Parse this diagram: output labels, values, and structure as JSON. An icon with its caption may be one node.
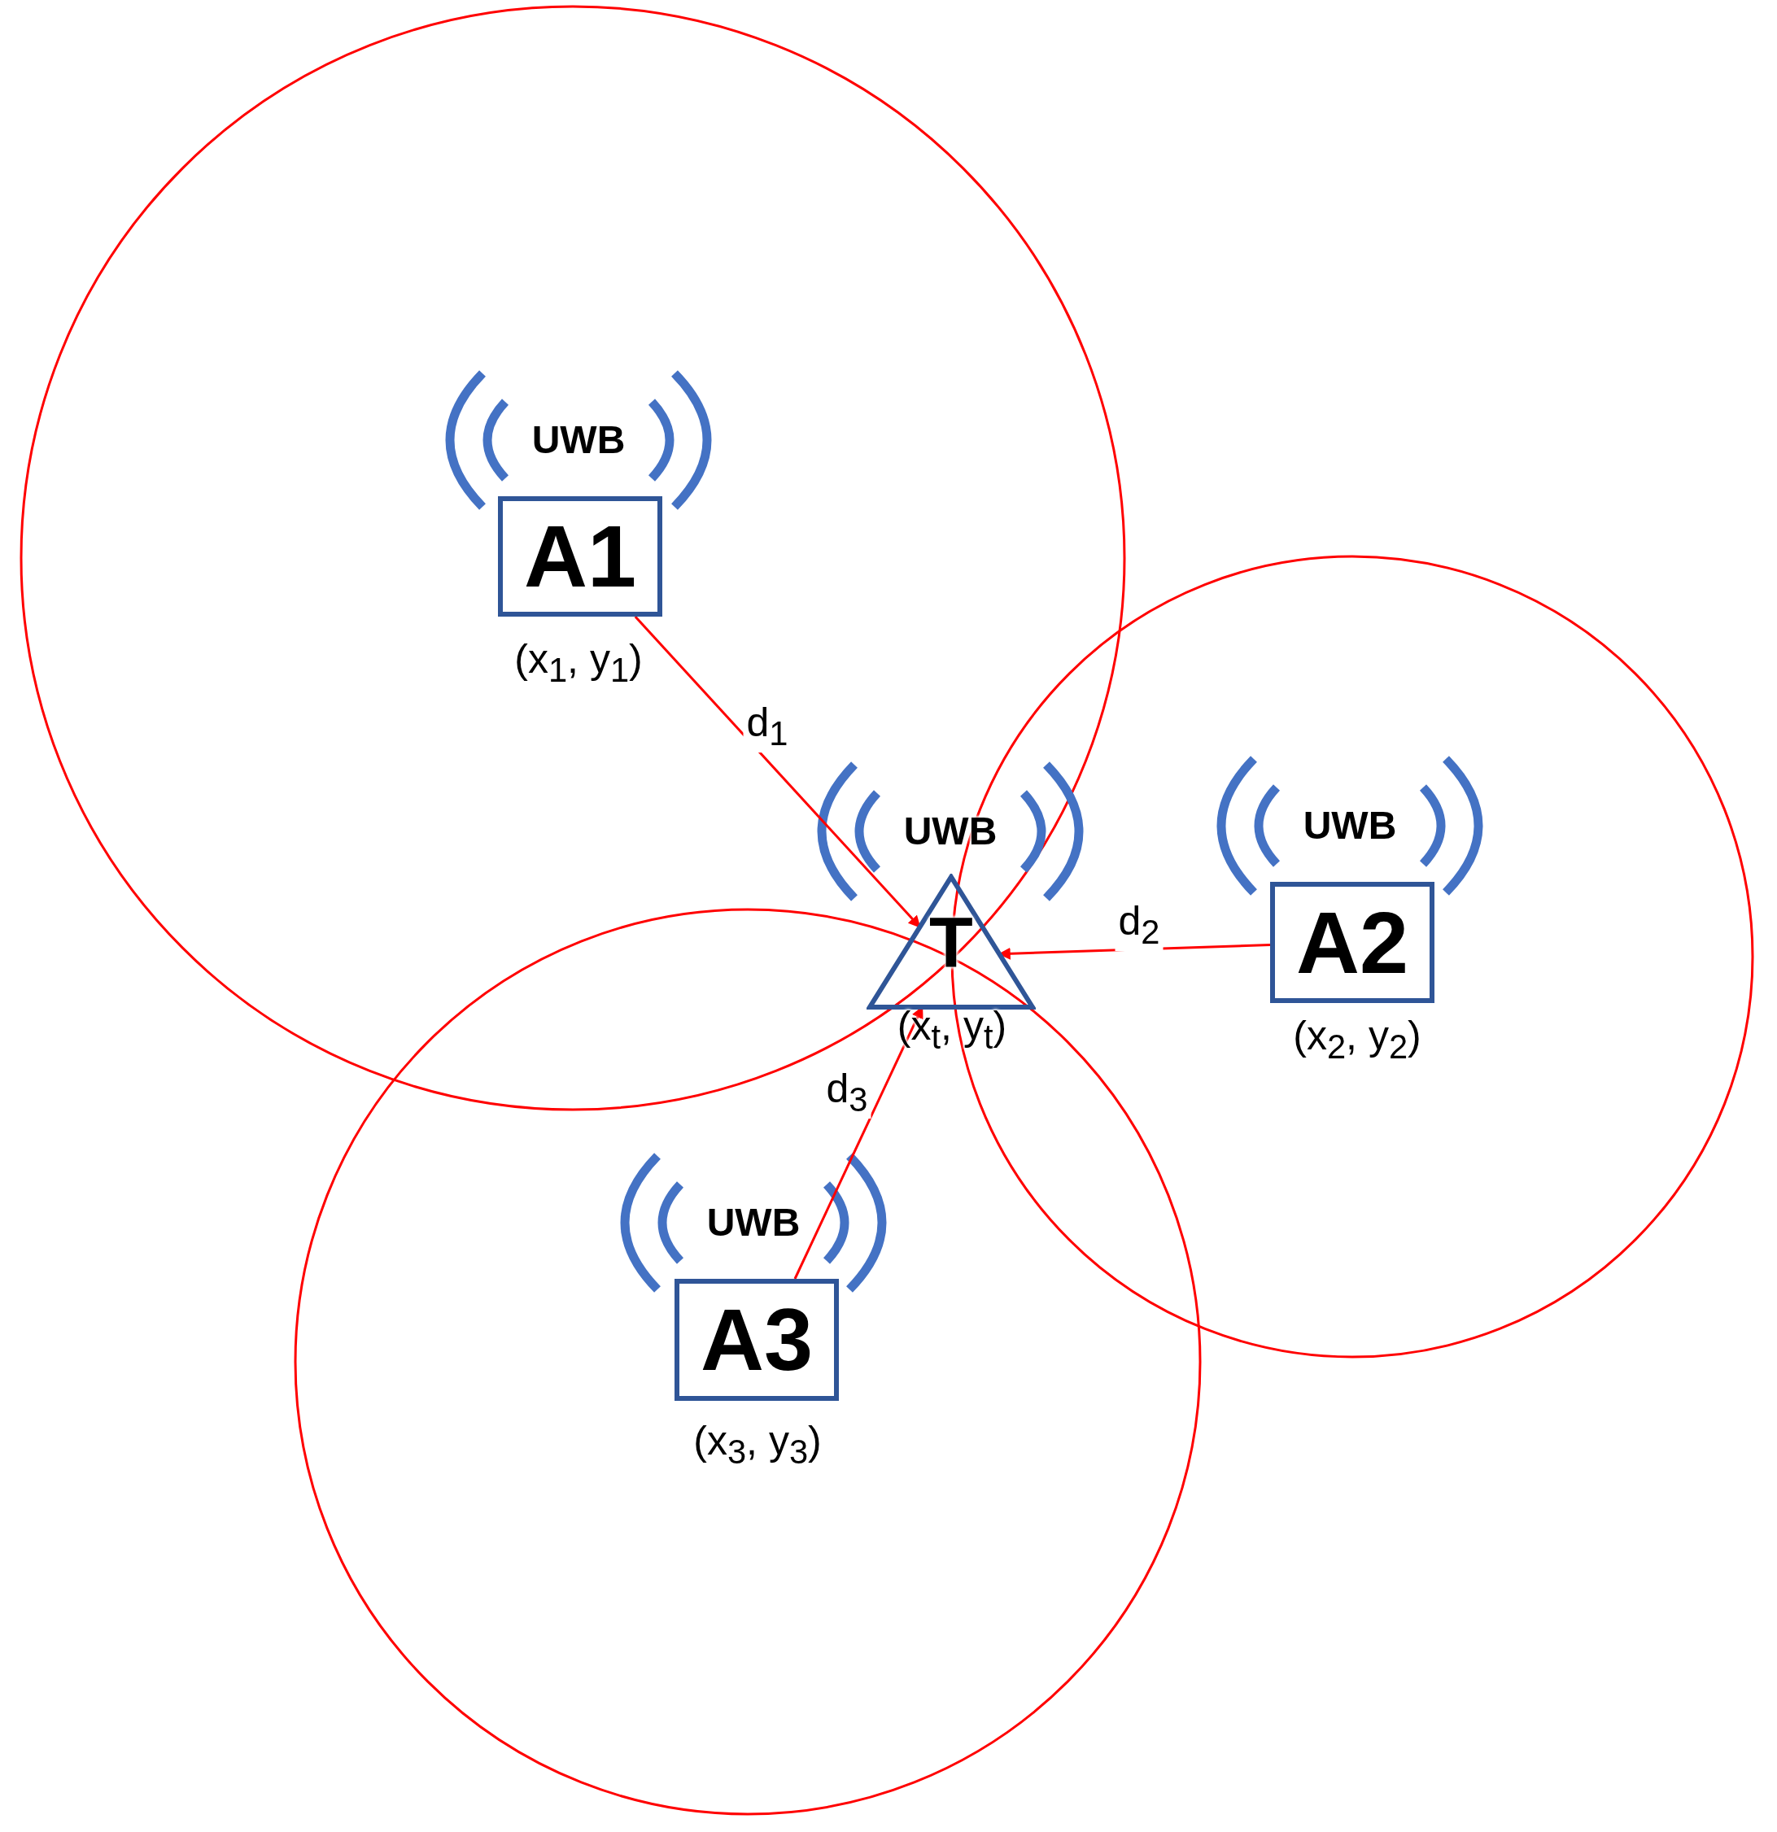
{
  "diagram": {
    "nodes": [
      {
        "text": [
          "A1"
        ],
        "beside": [
          "UWB",
          "(x$_{1}$, y$_{1}$)"
        ]
      },
      {
        "text": [
          "T"
        ],
        "beside": [
          "UWB",
          "(x$_{t}$, y$_{t}$)"
        ]
      },
      {
        "text": [
          "A2"
        ],
        "beside": [
          "UWB",
          "(x$_{2}$, y$_{2}$)"
        ]
      },
      {
        "text": [
          "A3"
        ],
        "beside": [
          "UWB",
          "(x$_{3}$, y$_{3}$)"
        ]
      }
    ],
    "edges": [
      {
        "from": 0,
        "to": 1,
        "arrow": "to",
        "label": "d$_{1}$"
      },
      {
        "from": 2,
        "to": 1,
        "arrow": "to",
        "label": "d$_{2}$"
      },
      {
        "from": 3,
        "to": 1,
        "arrow": "to",
        "label": "d$_{3}$"
      }
    ]
  }
}
